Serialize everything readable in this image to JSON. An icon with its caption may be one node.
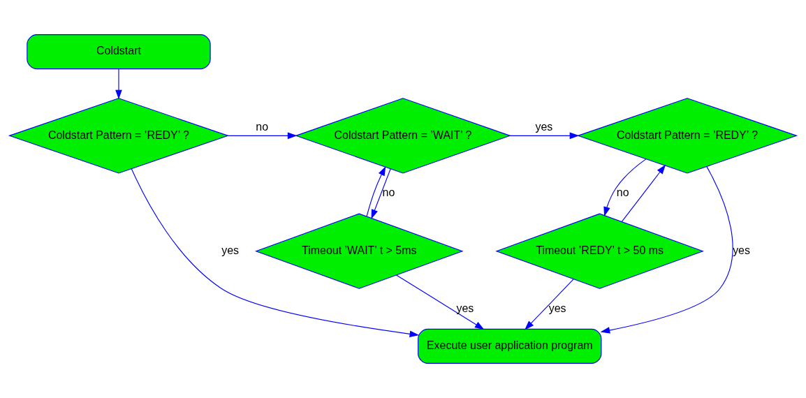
{
  "diagram": {
    "nodes": [
      {
        "text": [
          "Coldstart"
        ]
      },
      {
        "text": [
          "Coldstart Pattern = ’REDY’ ?"
        ]
      },
      {
        "text": [
          "Coldstart Pattern = ’WAIT’ ?"
        ]
      },
      {
        "text": [
          "Coldstart Pattern = ’REDY’ ?"
        ]
      },
      {
        "text": [
          "Timeout ’WAIT’ t > 5ms"
        ]
      },
      {
        "text": [
          "Timeout ’REDY’ t > 50 ms"
        ]
      },
      {
        "text": [
          "Execute user application program"
        ]
      }
    ],
    "edges": [
      {
        "from": 0,
        "to": 1,
        "arrow": "to"
      },
      {
        "from": 1,
        "to": 2,
        "arrow": "to",
        "label": "no"
      },
      {
        "from": 1,
        "to": 6,
        "arrow": "to",
        "label": "yes"
      },
      {
        "from": 2,
        "to": 3,
        "arrow": "to",
        "label": "yes"
      },
      {
        "from": 2,
        "to": 4,
        "arrow": "to",
        "label": "no"
      },
      {
        "from": 4,
        "to": 2,
        "arrow": "to"
      },
      {
        "from": 3,
        "to": 5,
        "arrow": "to",
        "label": "no"
      },
      {
        "from": 5,
        "to": 3,
        "arrow": "to"
      },
      {
        "from": 4,
        "to": 6,
        "arrow": "to",
        "label": "yes"
      },
      {
        "from": 5,
        "to": 6,
        "arrow": "to",
        "label": "yes"
      },
      {
        "from": 3,
        "to": 6,
        "arrow": "to",
        "label": "yes"
      }
    ]
  }
}
